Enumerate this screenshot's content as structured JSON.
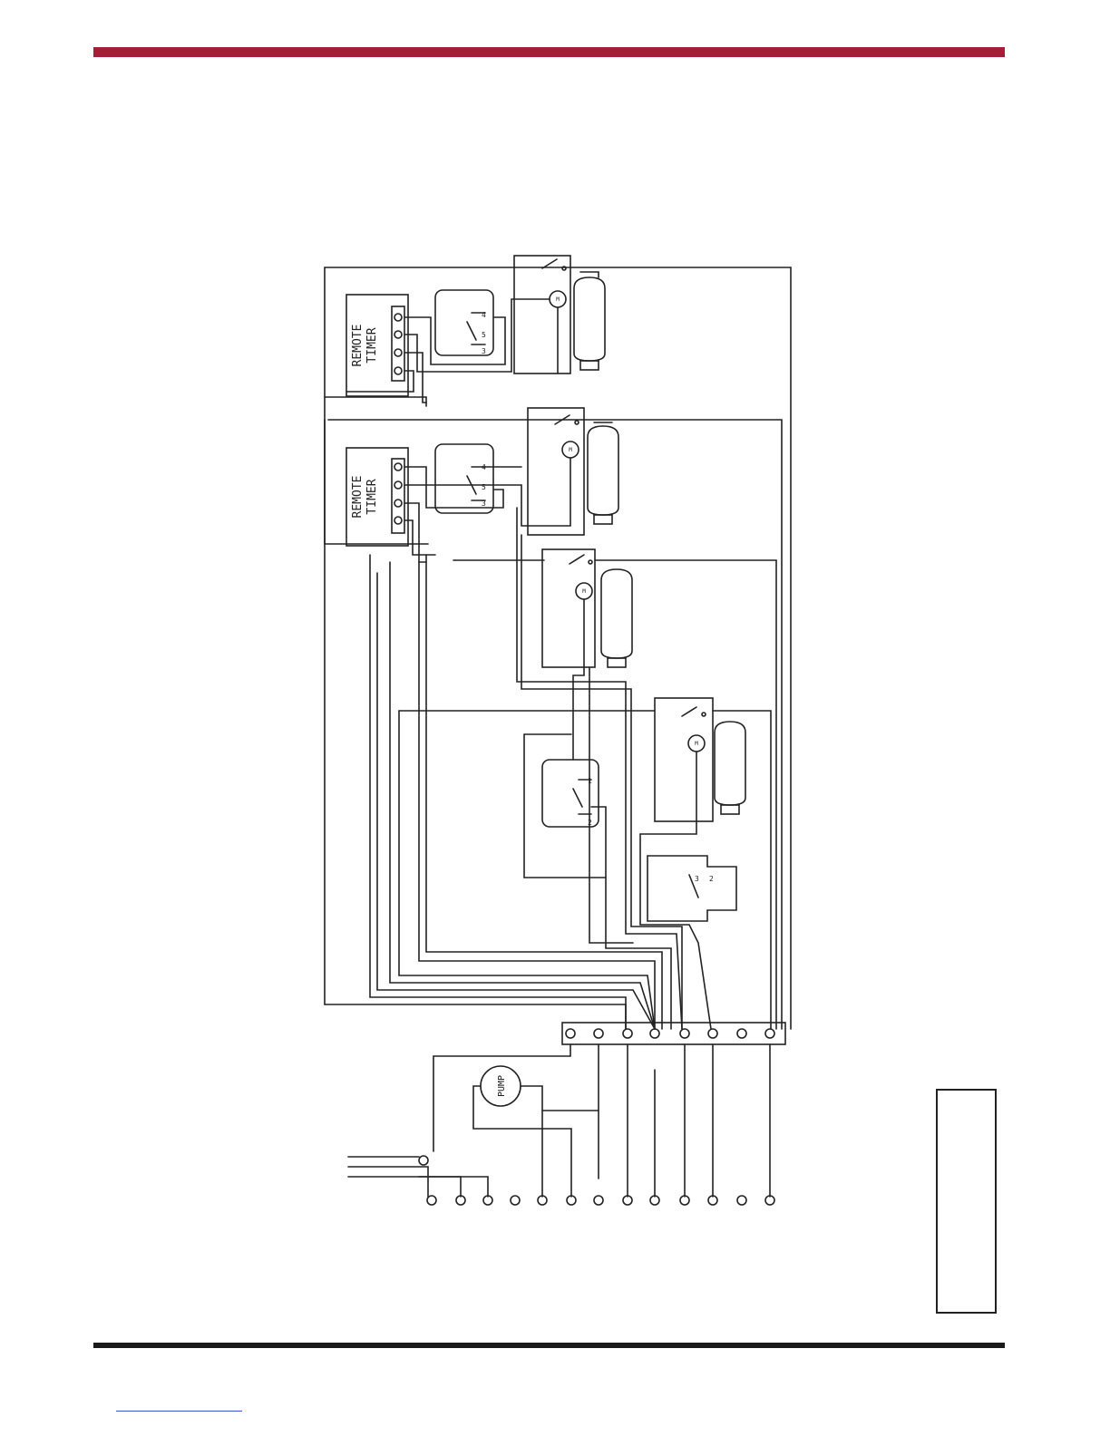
{
  "colors": {
    "header_rule": "#a51d36",
    "footer_rule": "#1a1a1a",
    "link_underline": "#3a52c8",
    "wire": "#222222"
  },
  "diagram": {
    "timer_label_upper": [
      "REMOTE",
      "TIMER"
    ],
    "timer_label_lower": [
      "REMOTE",
      "TIMER"
    ],
    "pump_label": "PUMP",
    "relay_marks": [
      "4",
      "5",
      "3",
      "4",
      "5",
      "3"
    ],
    "motor_marks": [
      "M",
      "M",
      "M",
      "M"
    ],
    "switch_marks": [
      "1",
      "2",
      "3",
      "2"
    ]
  }
}
